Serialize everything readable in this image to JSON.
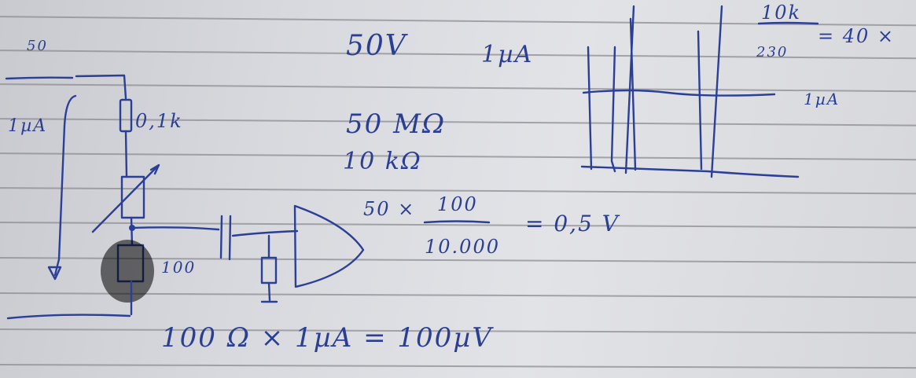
{
  "notes": {
    "top_left_value": "50",
    "source_voltage": "50V",
    "current_top": "1µA",
    "loop_current": "1µA",
    "top_resistor": "0,1k",
    "bottom_resistor": "100",
    "resistance_meg": "50 MΩ",
    "resistance_k": "10 kΩ",
    "calc_factor": "50 ×",
    "calc_numerator": "100",
    "calc_denominator": "10.000",
    "calc_result": "= 0,5 V",
    "bottom_equation": "100 Ω × 1µA = 100µV",
    "ratio_numerator": "10k",
    "ratio_denominator": "230",
    "ratio_result": "= 40 ×",
    "scope_current": "1µA"
  }
}
